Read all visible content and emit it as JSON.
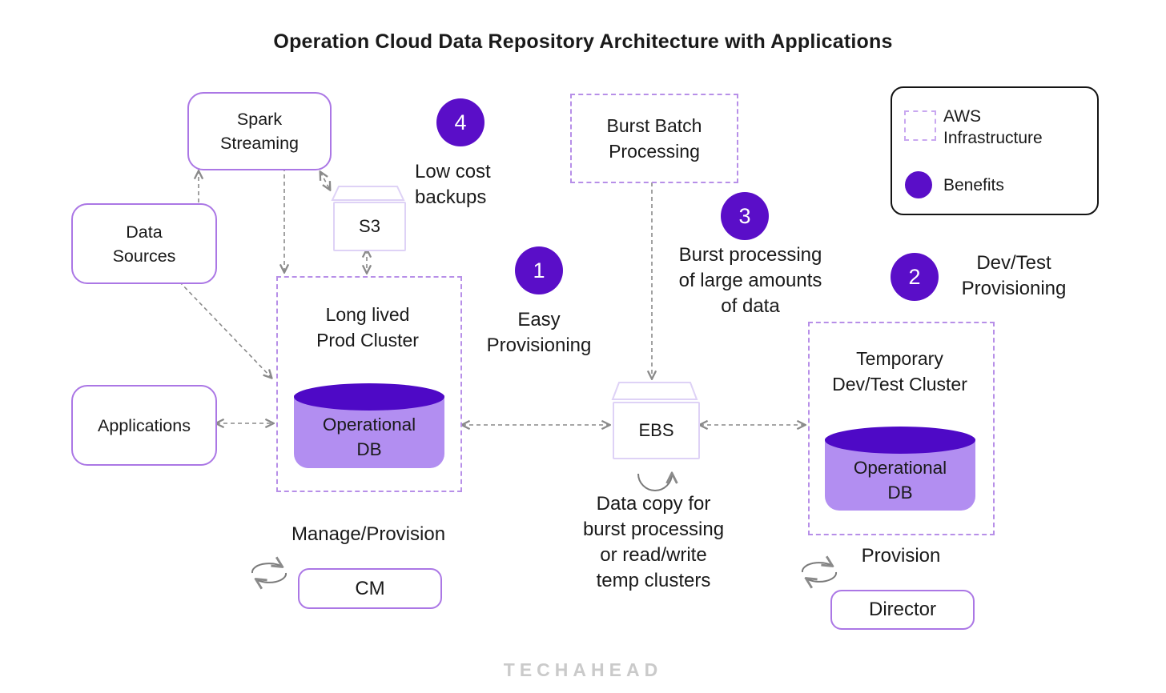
{
  "title": "Operation Cloud Data Repository Architecture with Applications",
  "legend": {
    "aws_infrastructure": "AWS\nInfrastructure",
    "benefits": "Benefits"
  },
  "nodes": {
    "spark_streaming": {
      "label": "Spark\nStreaming"
    },
    "data_sources": {
      "label": "Data\nSources"
    },
    "applications": {
      "label": "Applications"
    },
    "s3": {
      "label": "S3"
    },
    "ebs": {
      "label": "EBS"
    },
    "burst_batch": {
      "label": "Burst Batch\nProcessing"
    },
    "prod_cluster": {
      "label": "Long lived\nProd Cluster",
      "db_label": "Operational\nDB"
    },
    "dev_test_cluster": {
      "label": "Temporary\nDev/Test Cluster",
      "db_label": "Operational\nDB"
    },
    "cm": {
      "label": "CM"
    },
    "director": {
      "label": "Director"
    }
  },
  "benefits": {
    "b1": {
      "num": "1",
      "label": "Easy\nProvisioning"
    },
    "b2": {
      "num": "2",
      "label": "Dev/Test\nProvisioning"
    },
    "b3": {
      "num": "3",
      "label": "Burst processing\nof large amounts\nof data"
    },
    "b4": {
      "num": "4",
      "label": "Low cost\nbackups"
    }
  },
  "annotations": {
    "manage_provision": "Manage/Provision",
    "provision": "Provision",
    "data_copy": "Data copy for\nburst processing\nor read/write\ntemp clusters",
    "watermark": "TECHAHEAD"
  },
  "colors": {
    "benefit_badge": "#5a0ec8",
    "db_top": "#4e09c6",
    "db_body": "#b28ef1",
    "node_border": "#ab77e5",
    "cluster_border": "#b78fe8",
    "storage_border": "#ded2f6",
    "legend_border": "#141414",
    "connector": "#8a8a8a",
    "watermark": "#cacaca"
  }
}
